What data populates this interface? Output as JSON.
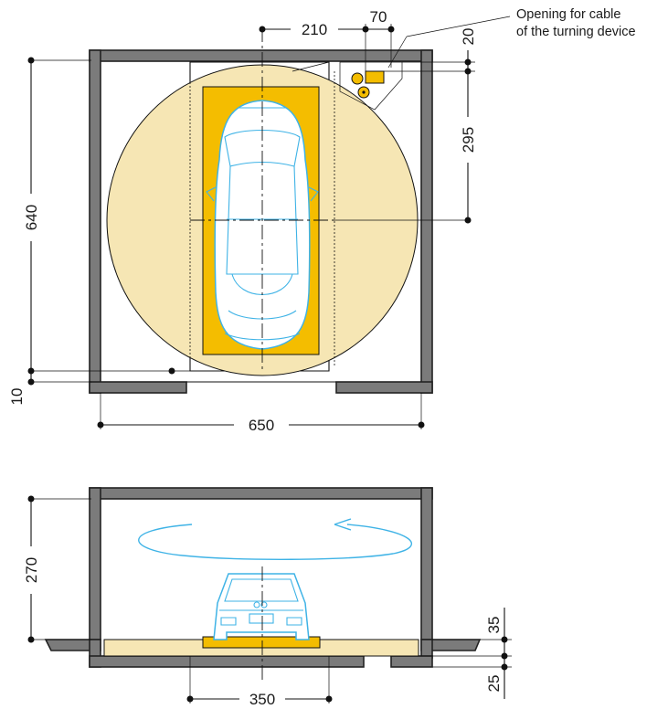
{
  "plan": {
    "dimensions": {
      "depth": "640",
      "width": "650",
      "gap": "10",
      "center_offset_x": "210",
      "drive_offset": "70",
      "drive_gap": "20",
      "center_offset_y": "295"
    },
    "annotation": {
      "line1": "Opening for cable",
      "line2": "of the turning device"
    }
  },
  "section": {
    "dimensions": {
      "height": "270",
      "platform_width": "350",
      "platform_thickness": "35",
      "pit_depth": "25"
    }
  },
  "colors": {
    "turntable": "#f6e6b4",
    "platform": "#f4bd00",
    "car_outline": "#3fb3e6",
    "wall": "#7b7b7b"
  }
}
